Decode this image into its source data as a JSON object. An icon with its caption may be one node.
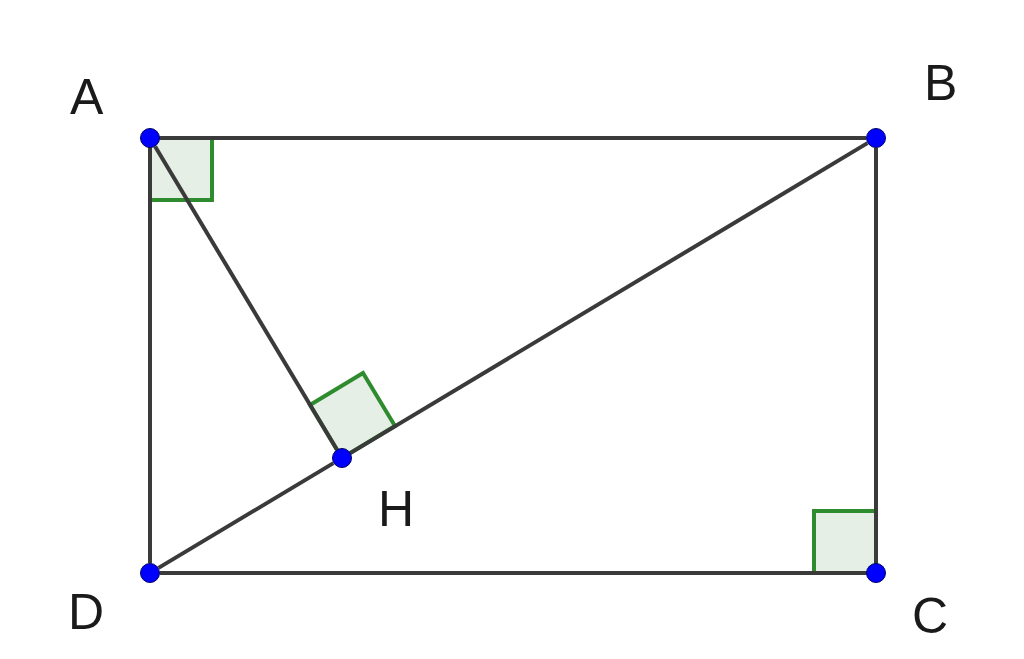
{
  "diagram": {
    "nodes": [
      {
        "text": [
          "A"
        ]
      },
      {
        "text": [
          "B"
        ]
      },
      {
        "text": [
          "C"
        ]
      },
      {
        "text": [
          "D"
        ]
      },
      {
        "text": [
          "H"
        ]
      }
    ],
    "edges": [
      {
        "from": 0,
        "to": 1,
        "arrow": "none"
      },
      {
        "from": 1,
        "to": 2,
        "arrow": "none"
      },
      {
        "from": 2,
        "to": 3,
        "arrow": "none"
      },
      {
        "from": 3,
        "to": 0,
        "arrow": "none"
      },
      {
        "from": 3,
        "to": 4,
        "arrow": "none"
      },
      {
        "from": 4,
        "to": 1,
        "arrow": "none"
      },
      {
        "from": 0,
        "to": 4,
        "arrow": "none"
      }
    ]
  }
}
